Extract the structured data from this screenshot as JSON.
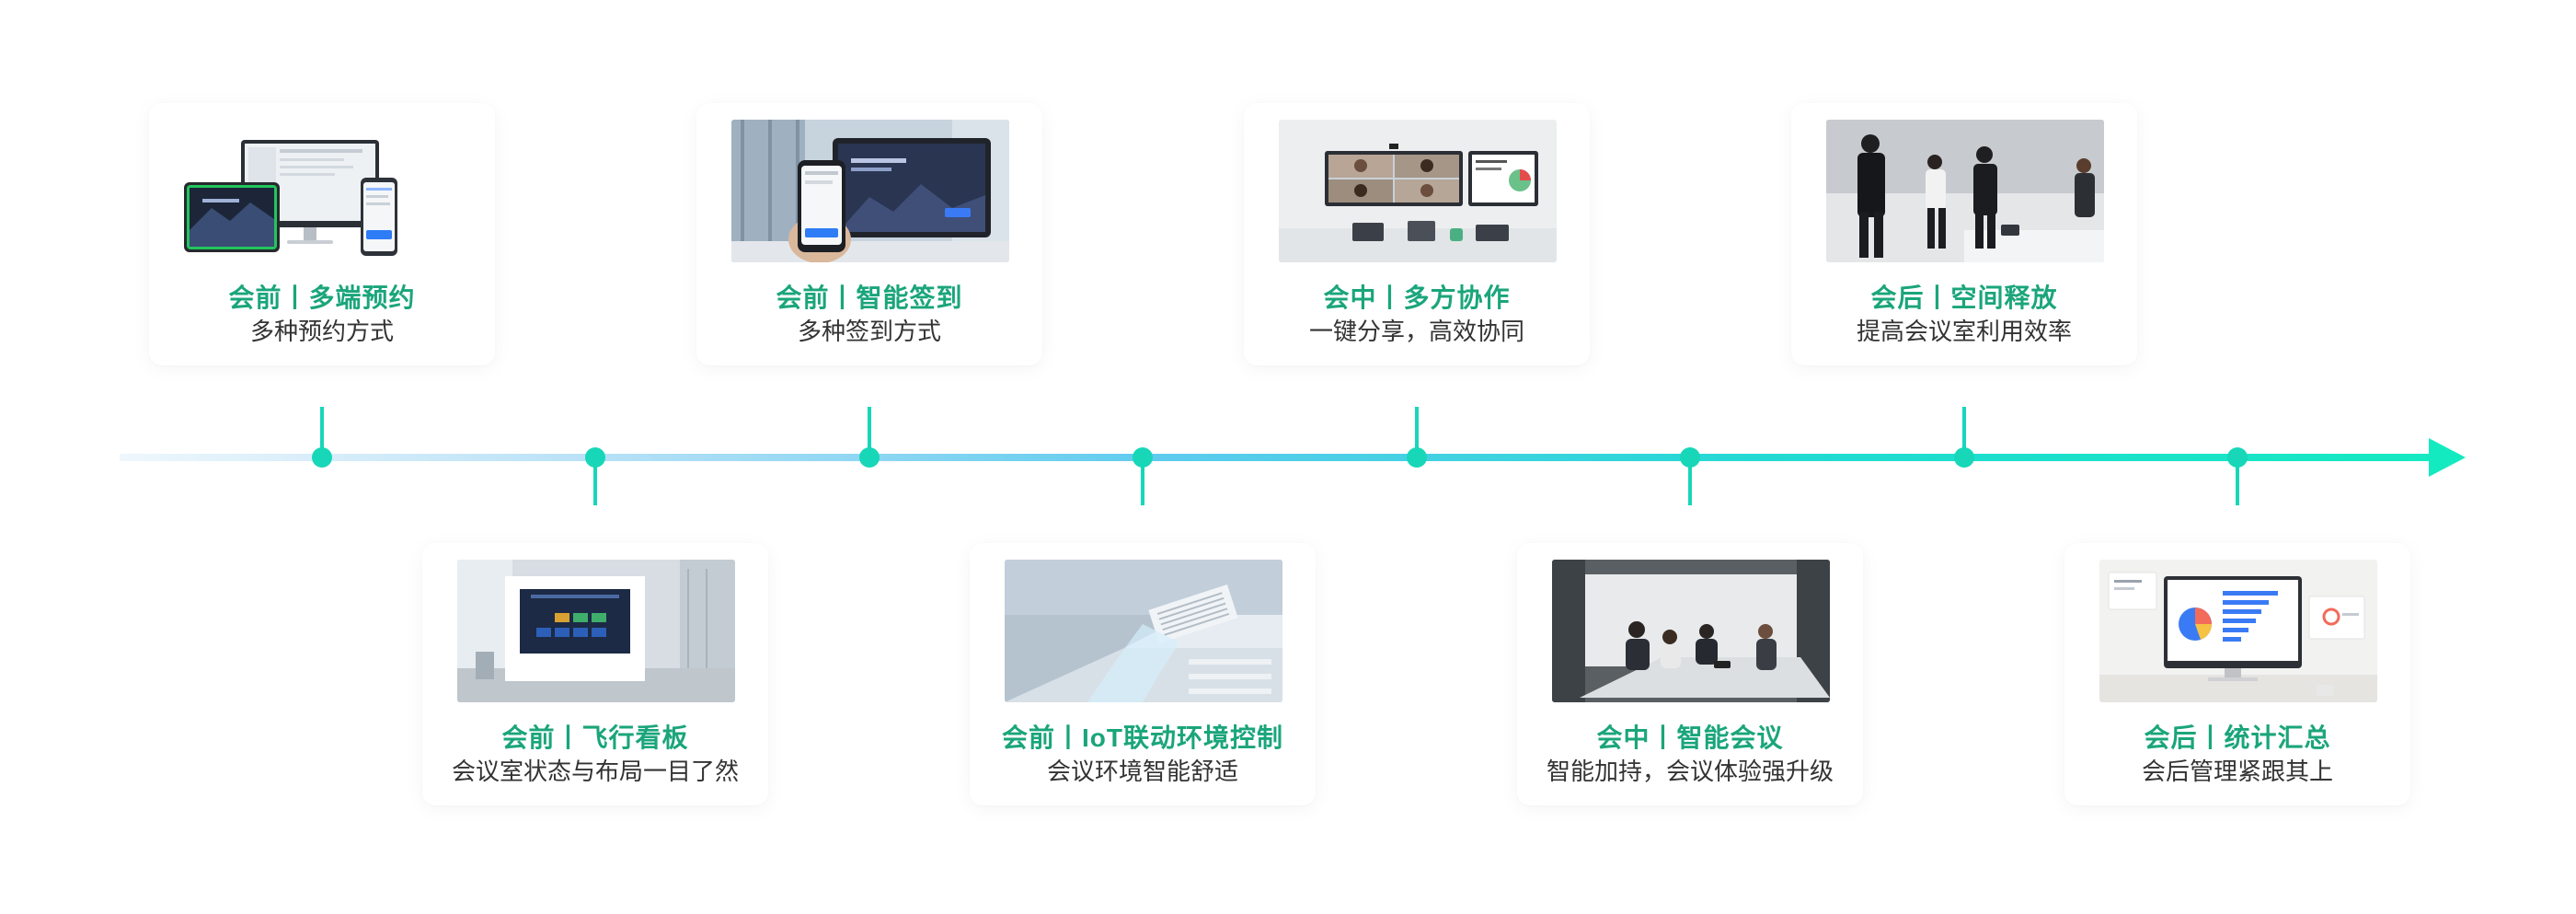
{
  "stages": [
    {
      "title": "会前丨多端预约",
      "subtitle": "多种预约方式",
      "image": "multi-device-booking-photo"
    },
    {
      "title": "会前丨飞行看板",
      "subtitle": "会议室状态与布局一目了然",
      "image": "status-board-photo"
    },
    {
      "title": "会前丨智能签到",
      "subtitle": "多种签到方式",
      "image": "smart-checkin-photo"
    },
    {
      "title": "会前丨IoT联动环境控制",
      "subtitle": "会议环境智能舒适",
      "image": "air-conditioner-photo"
    },
    {
      "title": "会中丨多方协作",
      "subtitle": "一键分享，高效协同",
      "image": "video-collaboration-photo"
    },
    {
      "title": "会中丨智能会议",
      "subtitle": "智能加持，会议体验强升级",
      "image": "meeting-room-photo"
    },
    {
      "title": "会后丨空间释放",
      "subtitle": "提高会议室利用效率",
      "image": "people-leaving-photo"
    },
    {
      "title": "会后丨统计汇总",
      "subtitle": "会后管理紧跟其上",
      "image": "statistics-dashboard-photo"
    }
  ],
  "colors": {
    "accent_green": "#1aa57a",
    "timeline_start": "#d6eefb",
    "timeline_mid": "#4fc4ea",
    "timeline_end": "#1ee8c4",
    "subtitle_text": "#333333"
  }
}
